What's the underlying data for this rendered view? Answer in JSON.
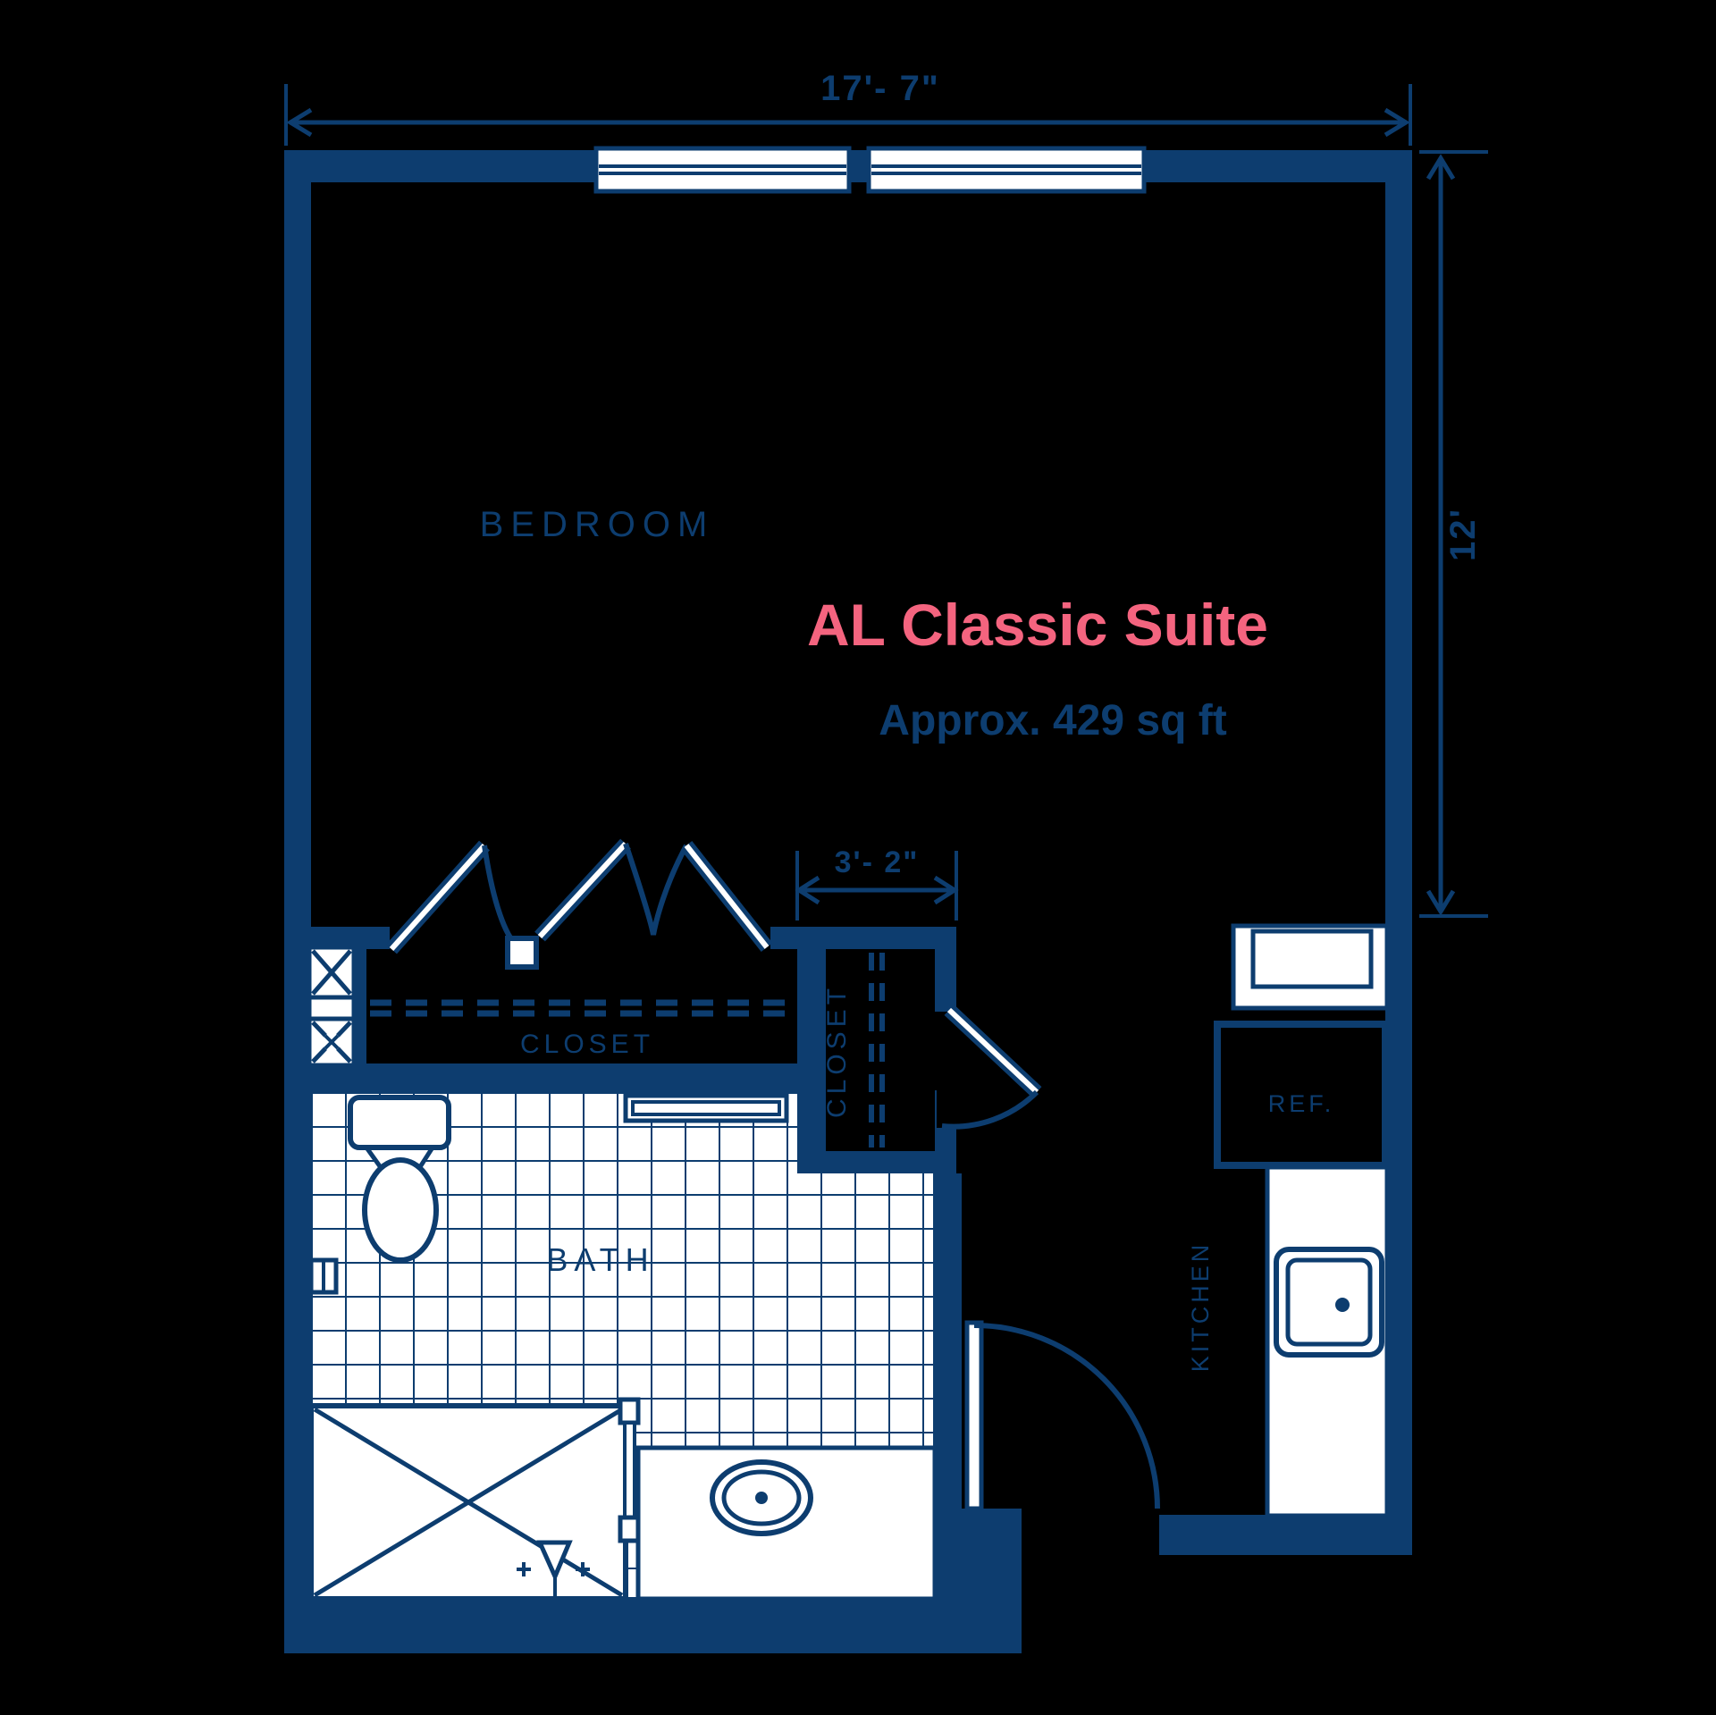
{
  "title": {
    "name": "AL Classic Suite",
    "area": "Approx. 429 sq ft"
  },
  "dimensions": {
    "top_width": "17'- 7\"",
    "right_height": "12'",
    "closet_width": "3'- 2\""
  },
  "rooms": {
    "bedroom": "BEDROOM",
    "closet_left": "CLOSET",
    "closet_walkin": "CLOSET",
    "bath": "BATH",
    "kitchen": "KITCHEN",
    "refrigerator": "REF."
  },
  "colors": {
    "walls_navy": "#0D3D6F",
    "accent_pink": "#F4647F",
    "fixture_white": "#FFFFFF",
    "background": "#000000"
  }
}
